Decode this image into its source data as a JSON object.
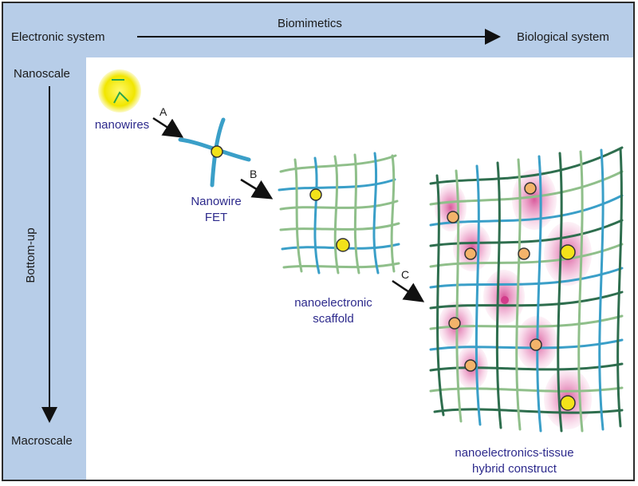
{
  "axes": {
    "top_left": "Electronic system",
    "top_center": "Biomimetics",
    "top_right": "Biological system",
    "left_top": "Nanoscale",
    "left_center": "Bottom-up",
    "left_bottom": "Macroscale"
  },
  "stages": {
    "nanowires": "nanowires",
    "fet_line1": "Nanowire",
    "fet_line2": "FET",
    "scaffold_line1": "nanoelectronic",
    "scaffold_line2": "scaffold",
    "hybrid_line1": "nanoelectronics-tissue",
    "hybrid_line2": "hybrid construct"
  },
  "steps": [
    "A",
    "B",
    "C"
  ],
  "colors": {
    "frame_bg": "#b7cde8",
    "label_blue": "#2d2a8c",
    "wire_cyan": "#3a9fc8",
    "wire_green": "#8fbf8a",
    "node_yellow": "#f3e21a",
    "cell_pink": "#e98fbf"
  }
}
